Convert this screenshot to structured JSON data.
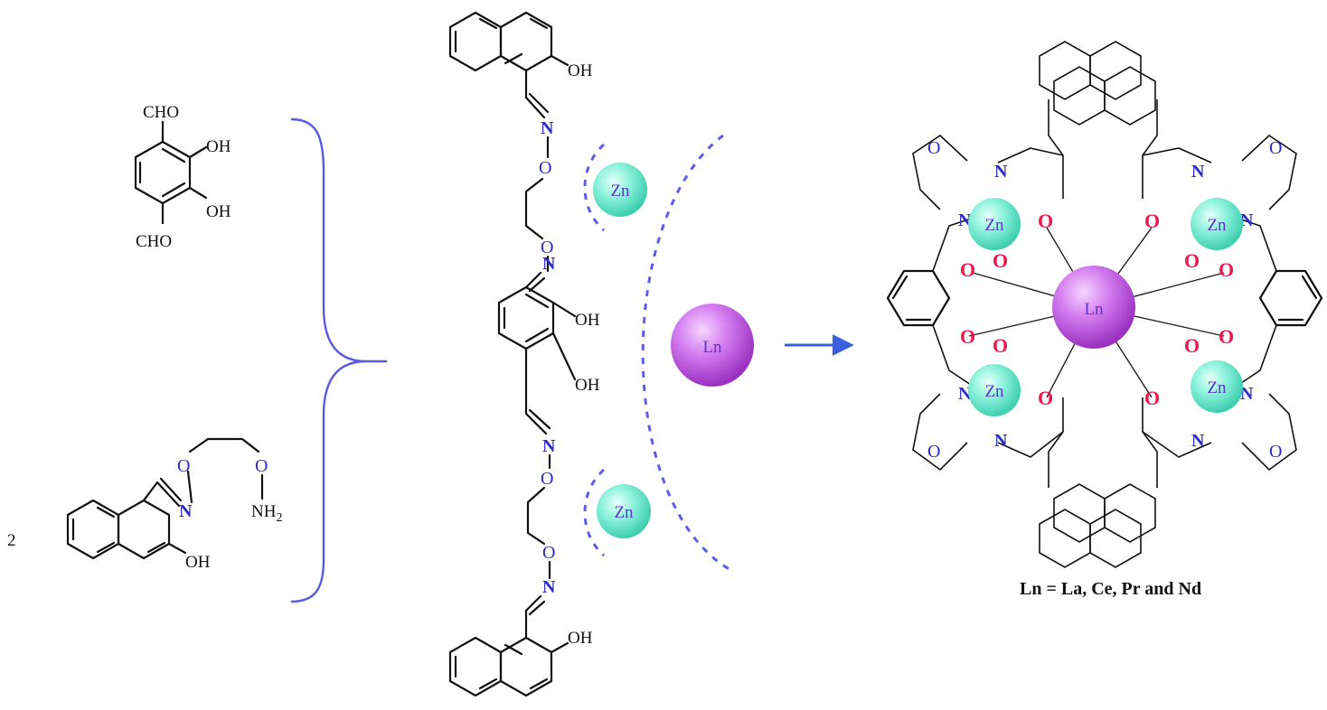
{
  "reagent_1": {
    "top_group": "CHO",
    "oh_1": "OH",
    "oh_2": "OH",
    "bottom_group": "CHO"
  },
  "reagent_2": {
    "coefficient": "2",
    "oxygen_1": "O",
    "nitrogen": "N",
    "oxygen_2": "O",
    "amine": "NH",
    "amine_subscript": "2",
    "hydroxyl": "OH"
  },
  "intermediate": {
    "top_oh": "OH",
    "top_n": "N",
    "top_o": "O",
    "mid_o": "O",
    "mid_n": "N",
    "center_oh_1": "OH",
    "center_oh_2": "OH",
    "lower_n": "N",
    "lower_o": "O",
    "lower_o2": "O",
    "lower_n2": "N",
    "bottom_oh": "OH"
  },
  "metals": {
    "zinc": "Zn",
    "lanthanide": "Ln"
  },
  "product": {
    "oxygen": "O",
    "nitrogen": "N",
    "methoxy": "O",
    "zinc": "Zn",
    "lanthanide": "Ln"
  },
  "caption": "Ln = La, Ce,  Pr and Nd",
  "colors": {
    "zinc_sphere": "#7ef0d8",
    "lanthanide_sphere": "#c455e0",
    "bracket": "#5b5be0",
    "arrow": "#3a5fe0",
    "oxygen_red": "#e8194f",
    "nitrogen_blue": "#2b2bd0"
  }
}
